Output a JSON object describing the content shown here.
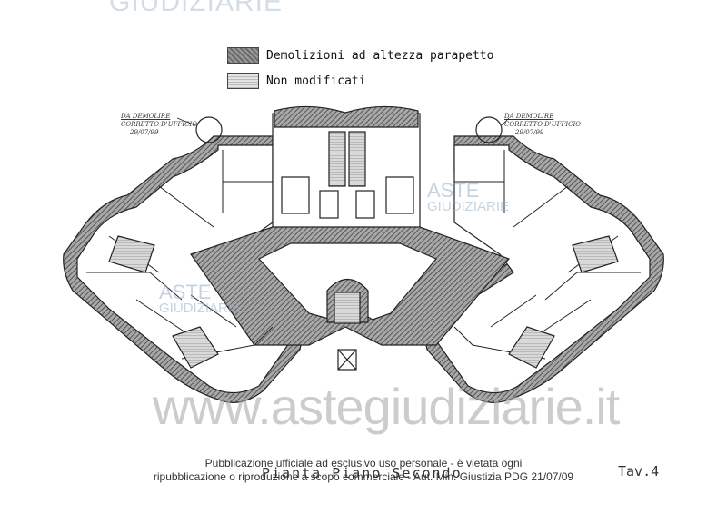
{
  "brand_top": "GIUDIZIARIE",
  "legend": [
    {
      "label": "Demolizioni ad altezza parapetto",
      "style": "hatched-dark"
    },
    {
      "label": "Non modificati",
      "style": "hatched-light"
    }
  ],
  "annotations": {
    "left": {
      "line1": "DA DEMOLIRE",
      "line2": "CORRETTO D'UFFICIO",
      "line3": "29/07/99"
    },
    "right": {
      "line1": "DA DEMOLIRE",
      "line2": "CORRETTO D'UFFICIO",
      "line3": "29/07/99"
    }
  },
  "watermarks": {
    "aste_line1": "ASTE",
    "aste_line2": "GIUDIZIARIE",
    "url": "www.astegiudiziarie.it"
  },
  "plan_title": "Pianta Piano Secondo",
  "publication_notice": {
    "line1": "Pubblicazione ufficiale ad esclusivo uso personale - è vietata ogni",
    "line2": "ripubblicazione o riproduzione a scopo commerciale - Aut. Min. Giustizia PDG 21/07/09"
  },
  "table_label": "Tav.4",
  "colors": {
    "wall_hatch": "#6a6a6a",
    "floor_hatch": "#9a9a9a",
    "watermark_blue": "#96afc8",
    "line": "#222222"
  }
}
